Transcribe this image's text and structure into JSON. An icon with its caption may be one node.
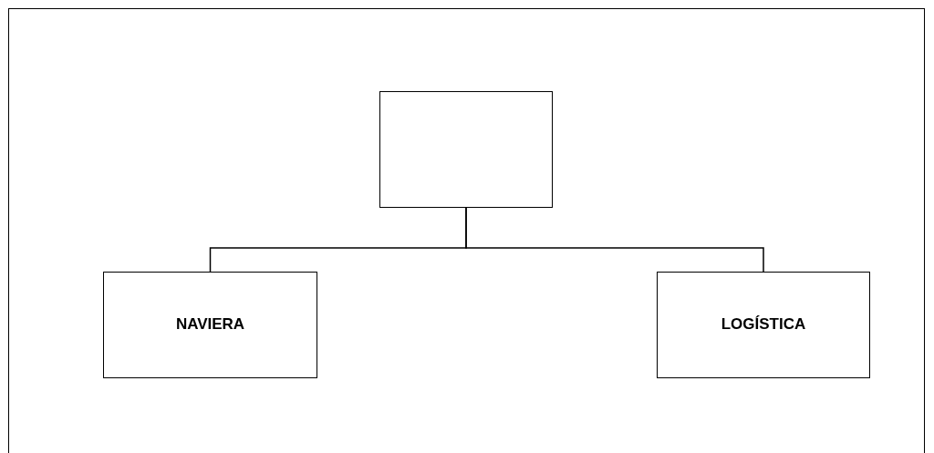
{
  "diagram": {
    "nodes": [
      {
        "text": [],
        "shape": "box"
      },
      {
        "text": [
          "NAVIERA"
        ]
      },
      {
        "text": [
          "LOGÍSTICA"
        ]
      }
    ],
    "edges": [
      {
        "from": 0,
        "to": 1,
        "arrow": "none"
      },
      {
        "from": 0,
        "to": 2,
        "arrow": "none"
      }
    ]
  }
}
